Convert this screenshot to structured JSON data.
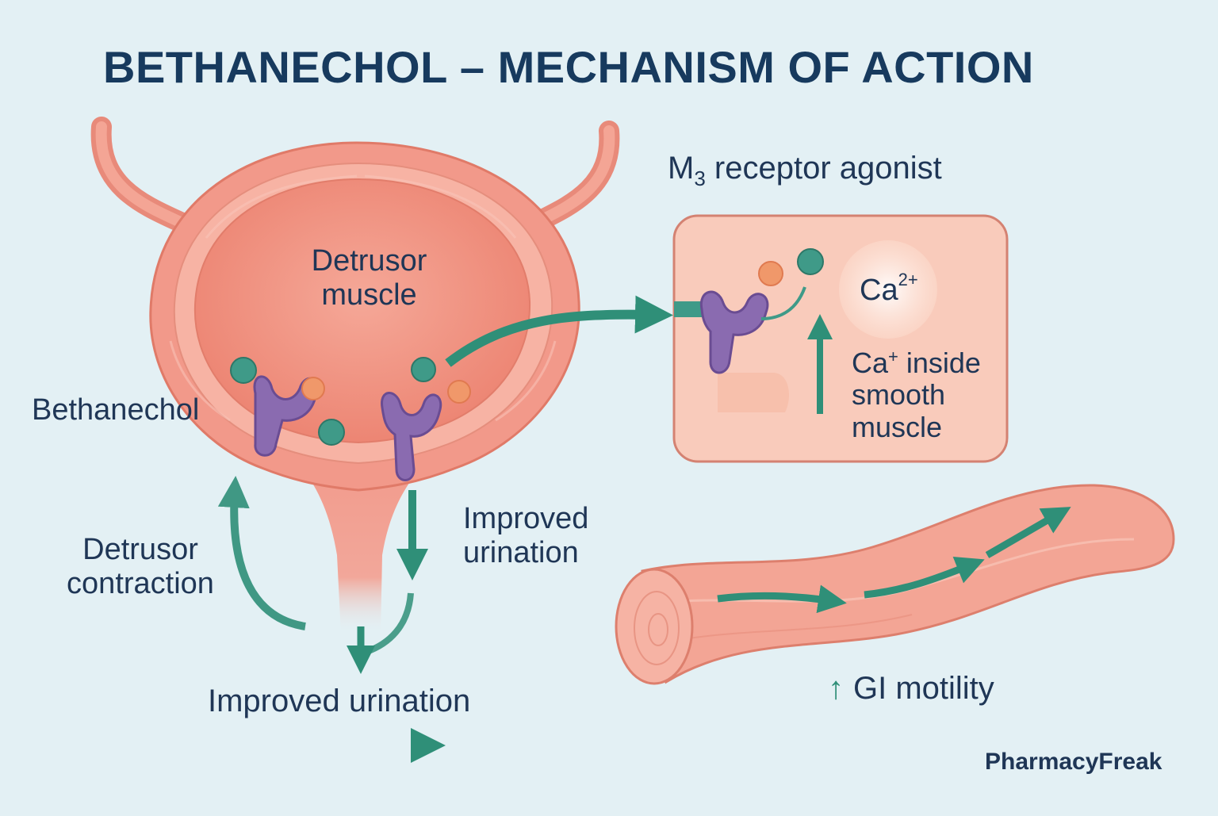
{
  "title": "BETHANECHOL – MECHANISM OF ACTION",
  "labels": {
    "detrusor_muscle_1": "Detrusor",
    "detrusor_muscle_2": "muscle",
    "bethanechol": "Bethanechol",
    "m3_prefix": "M",
    "m3_sub": "3",
    "m3_rest": " receptor agonist",
    "ca_base": "Ca",
    "ca_sup": "2+",
    "ca_inside_base": "Ca",
    "ca_inside_sup": "+",
    "ca_inside_line1_rest": " inside",
    "ca_inside_line2": "smooth",
    "ca_inside_line3": "muscle",
    "contraction_1": "Detrusor",
    "contraction_2": "contraction",
    "improved_right_1": "Improved",
    "improved_right_2": "urination",
    "improved_bottom": "Improved urination",
    "gi_arrow": "↑",
    "gi_motility": "GI motility"
  },
  "brand": "PharmacyFreak",
  "colors": {
    "background": "#e3f0f4",
    "bladder": "#f2998a",
    "bladder_inner": "#ef8a78",
    "receptor": "#8a6bb0",
    "drug_molecule": "#3f9a88",
    "other_molecule": "#f0986a",
    "arrow": "#2f8f78",
    "text": "#1f3656",
    "title": "#173a5e"
  }
}
